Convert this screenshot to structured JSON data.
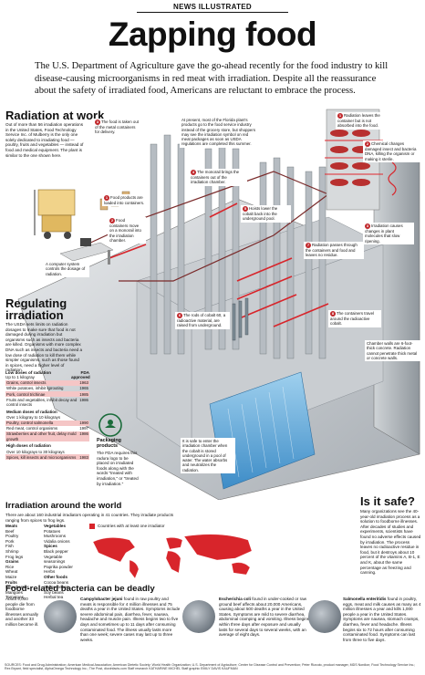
{
  "header": {
    "kicker": "NEWS ILLUSTRATED",
    "title": "Zapping food",
    "intro": "The U.S. Department of Agriculture gave the go-ahead recently for the food industry to kill disease-causing microorganisms in red meat with irradiation. Despite all the reassurance about the safety of irradiated food, Americans are reluctant to embrace the process."
  },
  "radiation_at_work": {
    "heading": "Radiation at work",
    "body": "Out of more than 56 irradiation operations in the United States, Food Technology Service Inc. of Mulberry is the only one solely dedicated to irradiating food — poultry, fruits and vegetables — instead of food and medical equipment. The plant is similar to the one shown here.",
    "computer_label": "A computer system controls the dosage of radiation.",
    "presently": "At present, most of the Florida plant's products go to the food service industry instead of the grocery store, but shoppers may see the irradiation symbol on red meat packages as soon as USDA regulations are completed this summer.",
    "callouts": [
      {
        "n": "1",
        "text": "Food products are loaded into containers."
      },
      {
        "n": "2",
        "text": "Food containers move on a monorail into the irradiation chamber."
      },
      {
        "n": "3",
        "text": "The food is taken out of the metal containers for delivery."
      },
      {
        "n": "4",
        "text": "The monorail brings the containers out of the irradiation chamber."
      },
      {
        "n": "5",
        "text": "Hoists lower the cobalt back into the underground pool."
      },
      {
        "n": "6",
        "text": "The rods of cobalt 60, a radioactive material, are raised from underground."
      },
      {
        "n": "7",
        "text": "Radiation passes through the containers and food and leaves no residue."
      },
      {
        "n": "8",
        "text": "The containers travel around the radioactive cobalt."
      }
    ],
    "cutaway": [
      {
        "n": "1",
        "text": "Radiation leaves the container but is not absorbed into the food."
      },
      {
        "n": "2",
        "text": "Chemical changes damaged insect and bacteria DNA, killing the organism or making it sterile."
      },
      {
        "n": "3",
        "text": "Irradiation causes changes in plant molecules that slow ripening."
      }
    ],
    "chamber_walls": "Chamber walls are 6-foot-thick concrete. Radiation cannot penetrate thick metal or concrete walls.",
    "safe_to_enter": "It is safe to enter the irradiation chamber when the cobalt is stored underground in a pool of water. The water absorbs and neutralizes the radiation."
  },
  "regulating": {
    "heading": "Regulating irradiation",
    "body": "The USDA sets limits on radiation dosages to make sure that food is not damaged during irradiation but organisms such as insects and bacteria are killed. Organisms with more complex DNA such as insects and bacteria need a low dose of radiation to kill them while simpler organisms, such as those found in spices, need a higher level of radiation.",
    "col_a": "Low doses of radiation",
    "col_a_sub": "Up to 1 kilogray",
    "col_b": "FDA approved",
    "rows": [
      {
        "type": "item",
        "label": "Grains, control insects",
        "year": "1963",
        "hl": true
      },
      {
        "type": "item",
        "label": "White potatoes, inhibit sprouting",
        "year": "1965",
        "hl": false
      },
      {
        "type": "item",
        "label": "Pork, control trichinae",
        "year": "1985",
        "hl": true
      },
      {
        "type": "item",
        "label": "Fruits and vegetables, inhibit decay and control insects",
        "year": "1986",
        "hl": false
      },
      {
        "type": "group",
        "label": "Medium doses of radiation",
        "year": ""
      },
      {
        "type": "sub",
        "label": "Over 1 kilogray to 10 kilograys",
        "year": ""
      },
      {
        "type": "item",
        "label": "Poultry, control salmonella",
        "year": "1990",
        "hl": true
      },
      {
        "type": "item",
        "label": "Red meat, control organisms",
        "year": "1997",
        "hl": false
      },
      {
        "type": "item",
        "label": "Strawberries and other fruit, delay mold growth",
        "year": "1986",
        "hl": true
      },
      {
        "type": "group",
        "label": "High doses of radiation",
        "year": ""
      },
      {
        "type": "sub",
        "label": "Over 10 kilograys to 30 kilograys",
        "year": ""
      },
      {
        "type": "item",
        "label": "Spices, kill insects and microorganisms",
        "year": "1983",
        "hl": true
      }
    ],
    "packaging_heading": "Packaging products",
    "packaging_body": "The FDA requires this radura logo to be placed on irradiated foods along with the words \"treated with irradiation,\" or \"treated by irradiation.\""
  },
  "world": {
    "heading": "Irradiation around the world",
    "body": "There are about 160 industrial irradiators operating in 41 countries. They irradiate products ranging from spices to frog legs.",
    "legend": "Countries with at least one irradiator",
    "col1": [
      {
        "h": "Meats",
        "items": [
          "Beef",
          "Poultry",
          "Pork",
          "Fish",
          "Shrimp",
          "Frog legs"
        ]
      },
      {
        "h": "Grains",
        "items": [
          "Rice",
          "Wheat",
          "Maize"
        ]
      },
      {
        "h": "Fruits",
        "items": [
          "Strawberries",
          "Mangoes",
          "Tomatoes"
        ]
      }
    ],
    "col2": [
      {
        "h": "Vegetables",
        "items": [
          "Potatoes",
          "Mushrooms",
          "Vidalia onions"
        ]
      },
      {
        "h": "Spices",
        "items": [
          "Black pepper",
          "Vegetable seasonings",
          "Paprika powder",
          "Herbs"
        ]
      },
      {
        "h": "Other foods",
        "items": [
          "Cocoa beans",
          "Coffee beans",
          "Soy beans",
          "Herbal tea"
        ]
      }
    ]
  },
  "is_it_safe": {
    "heading": "Is it safe?",
    "body": "Many organizations see the 40-year-old irradiation process as a solution to foodborne illnesses. After decades of studies and experiments, scientists have found no adverse effects caused by irradiation. The process leaves no radioactive residue in food, but it destroys about 10 percent of the vitamins A, B-1, E and K, about the same percentage as freezing and canning."
  },
  "bacteria": {
    "heading": "Food-related bacteria can be deadly",
    "intro": "About 9,000 people die from foodborne illnesses annually and another 33 million become ill.",
    "items": [
      {
        "name": "Campylobacter jejuni",
        "text": "found in raw poultry and meats is responsible for 4 million illnesses and 75 deaths a year in the United States. Symptoms include severe abdominal pain, diarrhea, fever, nausea, headache and muscle pain. Illness begins two to five days and sometimes up to 11 days after consuming contaminated food. The illness usually lasts more than one week; severe cases may last up to three weeks."
      },
      {
        "name": "Escherichia coli",
        "text": "found in under-cooked or raw ground beef affects about 20,000 Americans, causing about 500 deaths a year in the United States. Symptoms are mild to severe diarrhea, abdominal cramping and vomiting. Illness begins within three days after exposure and usually lasts for several days to several weeks, with an average of eight days."
      },
      {
        "name": "Salmonella enteritidis",
        "text": "found in poultry, eggs, meat and milk causes as many as 4 million illnesses a year and kills 1,000 people a year in the United States. Symptoms are nausea, stomach cramps, diarrhea, fever and headache. Illness begins six to 72 hours after consuming contaminated food. Symptoms can last from three to five days."
      }
    ]
  },
  "footer": {
    "sources": "SOURCES: Food and Drug Administration; American Medical Association; American Dietetic Society; World Health Organization; U.S. Department of Agriculture; Center for Disease Control and Prevention; Peter Rizzuto, product manager, MDS Nordion; Food Technology Service Inc.; Rex Bryant, field specialist, AlphaOmega Technology Inc.; The Post, dioxinfacts.com",
    "credit": "Staff research KATHARINE MICHEL Staff graphic EMILY DAVIS KAUFMAN"
  },
  "colors": {
    "accent": "#c0282c",
    "highlight": "#f5c6c6",
    "pink": "#f5c6c6"
  }
}
